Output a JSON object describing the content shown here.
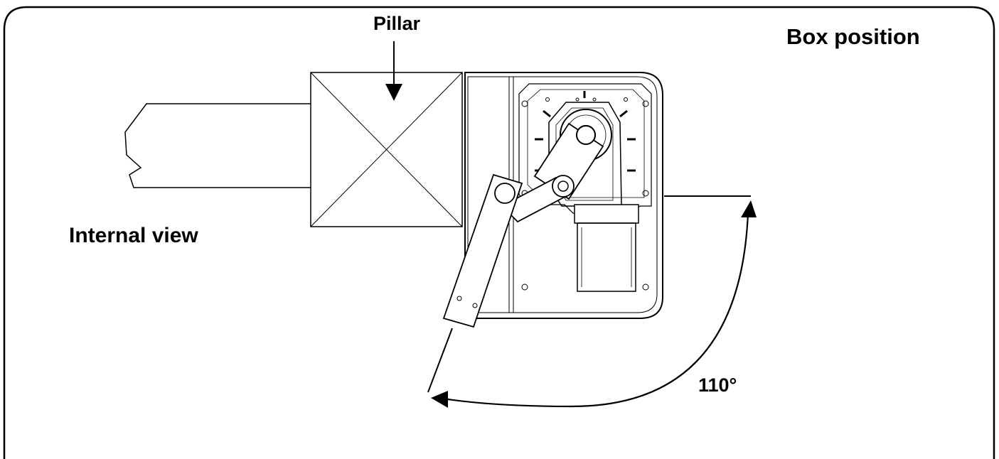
{
  "labels": {
    "pillar": "Pillar",
    "box_position": "Box position",
    "internal_view": "Internal view",
    "angle": "110°"
  },
  "colors": {
    "stroke": "#000000",
    "background": "#ffffff"
  },
  "icons": {
    "opening_arrow": "curved-arrow-icon",
    "pillar_arrow": "down-arrow-icon"
  }
}
